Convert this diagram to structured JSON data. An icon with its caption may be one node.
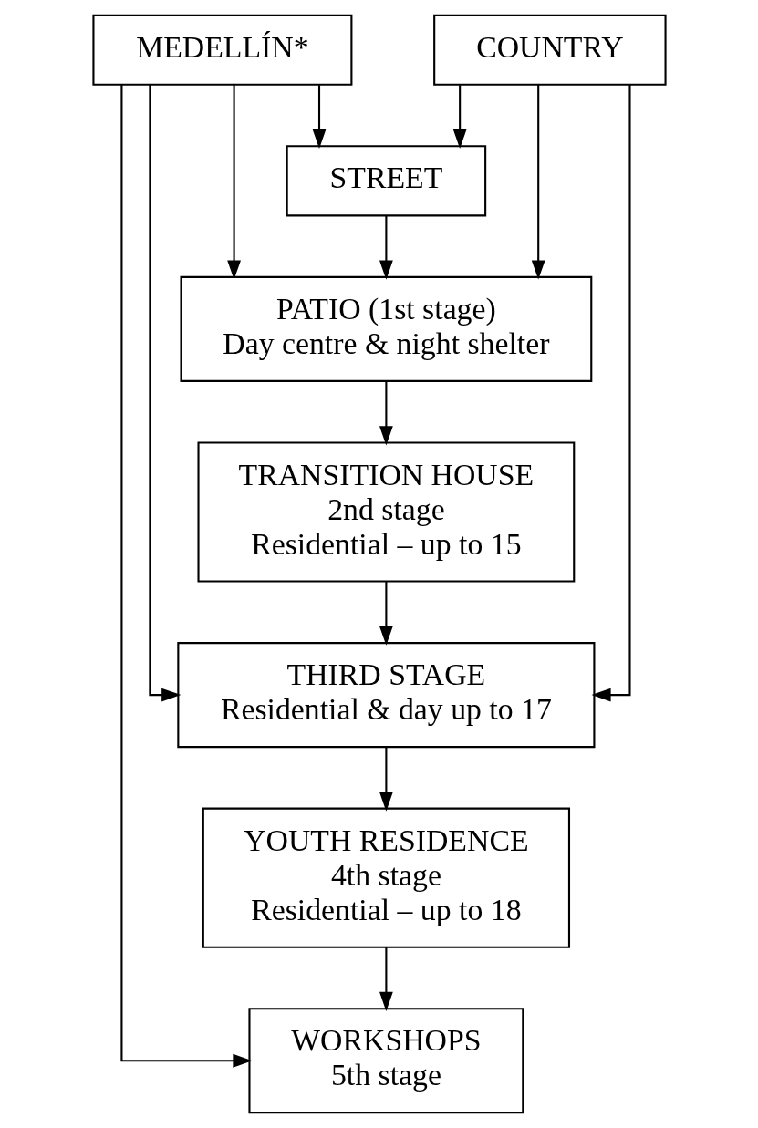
{
  "diagram": {
    "nodes": [
      {
        "text": [
          "MEDELLÍN*"
        ]
      },
      {
        "text": [
          "COUNTRY"
        ]
      },
      {
        "text": [
          "STREET"
        ]
      },
      {
        "text": [
          "PATIO (1st stage)",
          "Day centre & night shelter"
        ]
      },
      {
        "text": [
          "TRANSITION HOUSE",
          "2nd stage",
          "Residential – up to 15"
        ]
      },
      {
        "text": [
          "THIRD STAGE",
          "Residential & day up to 17"
        ]
      },
      {
        "text": [
          "YOUTH RESIDENCE",
          "4th stage",
          "Residential – up to 18"
        ]
      },
      {
        "text": [
          "WORKSHOPS",
          "5th stage"
        ]
      }
    ],
    "edges": [
      {
        "from": 0,
        "to": 2,
        "arrow": "to"
      },
      {
        "from": 0,
        "to": 3,
        "arrow": "to"
      },
      {
        "from": 0,
        "to": 5,
        "arrow": "to"
      },
      {
        "from": 0,
        "to": 7,
        "arrow": "to"
      },
      {
        "from": 1,
        "to": 2,
        "arrow": "to"
      },
      {
        "from": 1,
        "to": 3,
        "arrow": "to"
      },
      {
        "from": 1,
        "to": 5,
        "arrow": "to"
      },
      {
        "from": 2,
        "to": 3,
        "arrow": "to"
      },
      {
        "from": 3,
        "to": 4,
        "arrow": "to"
      },
      {
        "from": 4,
        "to": 5,
        "arrow": "to"
      },
      {
        "from": 5,
        "to": 6,
        "arrow": "to"
      },
      {
        "from": 6,
        "to": 7,
        "arrow": "to"
      }
    ]
  }
}
